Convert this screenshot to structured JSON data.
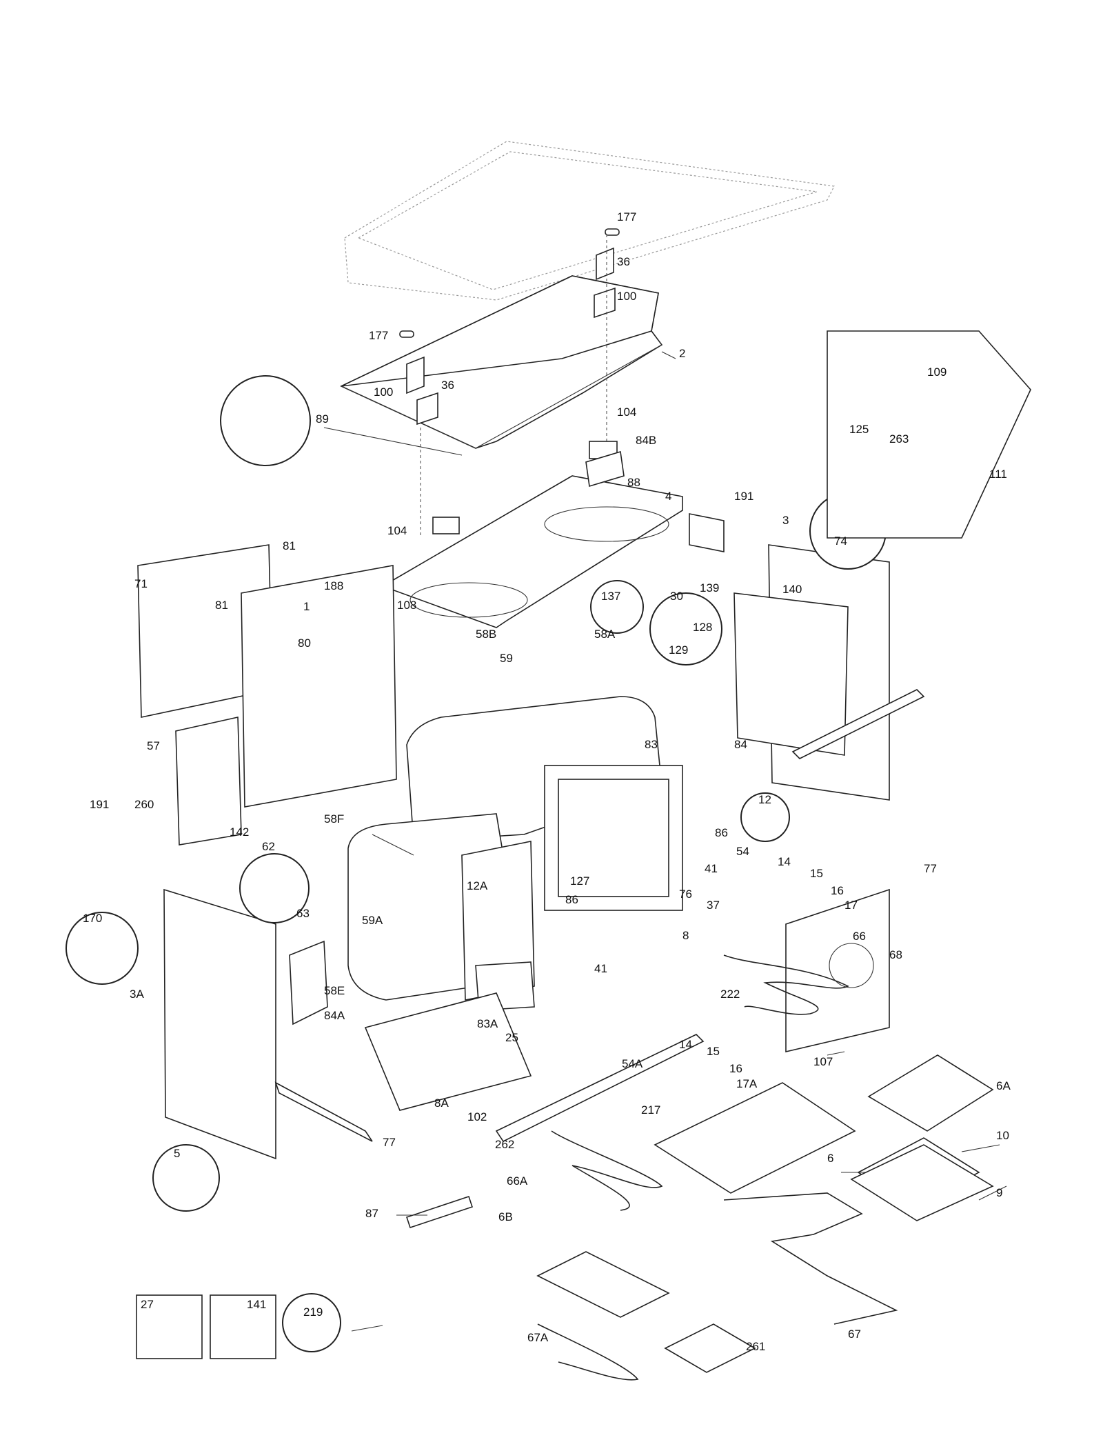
{
  "labels": {
    "l177a": "177",
    "l36a": "36",
    "l100a": "100",
    "l2": "2",
    "l177b": "177",
    "l100b": "100",
    "l36b": "36",
    "l89": "89",
    "l104a": "104",
    "l84B": "84B",
    "l88": "88",
    "l4": "4",
    "l104b": "104",
    "l191a": "191",
    "l3": "3",
    "l74": "74",
    "l81a": "81",
    "l71": "71",
    "l81b": "81",
    "l188": "188",
    "l1": "1",
    "l108": "108",
    "l30": "30",
    "l139": "139",
    "l140": "140",
    "l137": "137",
    "l128": "128",
    "l129": "129",
    "l80": "80",
    "l58B": "58B",
    "l59": "59",
    "l58A": "58A",
    "l57": "57",
    "l84": "84",
    "l83": "83",
    "l12": "12",
    "l86a": "86",
    "l142": "142",
    "l260": "260",
    "l191b": "191",
    "l58F": "58F",
    "l62": "62",
    "l63": "63",
    "l54a": "54",
    "l14a": "14",
    "l15a": "15",
    "l16a": "16",
    "l17": "17",
    "l77a": "77",
    "l41a": "41",
    "l127": "127",
    "l76": "76",
    "l12A": "12A",
    "l86b": "86",
    "l59A": "59A",
    "l37": "37",
    "l170": "170",
    "l66": "66",
    "l68": "68",
    "l8": "8",
    "l222": "222",
    "l3A": "3A",
    "l84A": "84A",
    "l58E": "58E",
    "l41b": "41",
    "l83A": "83A",
    "l25": "25",
    "l107": "107",
    "l6A": "6A",
    "l14b": "14",
    "l15b": "15",
    "l16b": "16",
    "l17A": "17A",
    "l54A": "54A",
    "l10": "10",
    "l8A": "8A",
    "l102": "102",
    "l217": "217",
    "l6": "6",
    "l9": "9",
    "l262": "262",
    "l5": "5",
    "l77b": "77",
    "l66A": "66A",
    "l87": "87",
    "l6B": "6B",
    "l67": "67",
    "l67A": "67A",
    "l261": "261",
    "l27": "27",
    "l141": "141",
    "l219": "219",
    "l125": "125",
    "l263": "263",
    "l109": "109",
    "l111": "111"
  }
}
